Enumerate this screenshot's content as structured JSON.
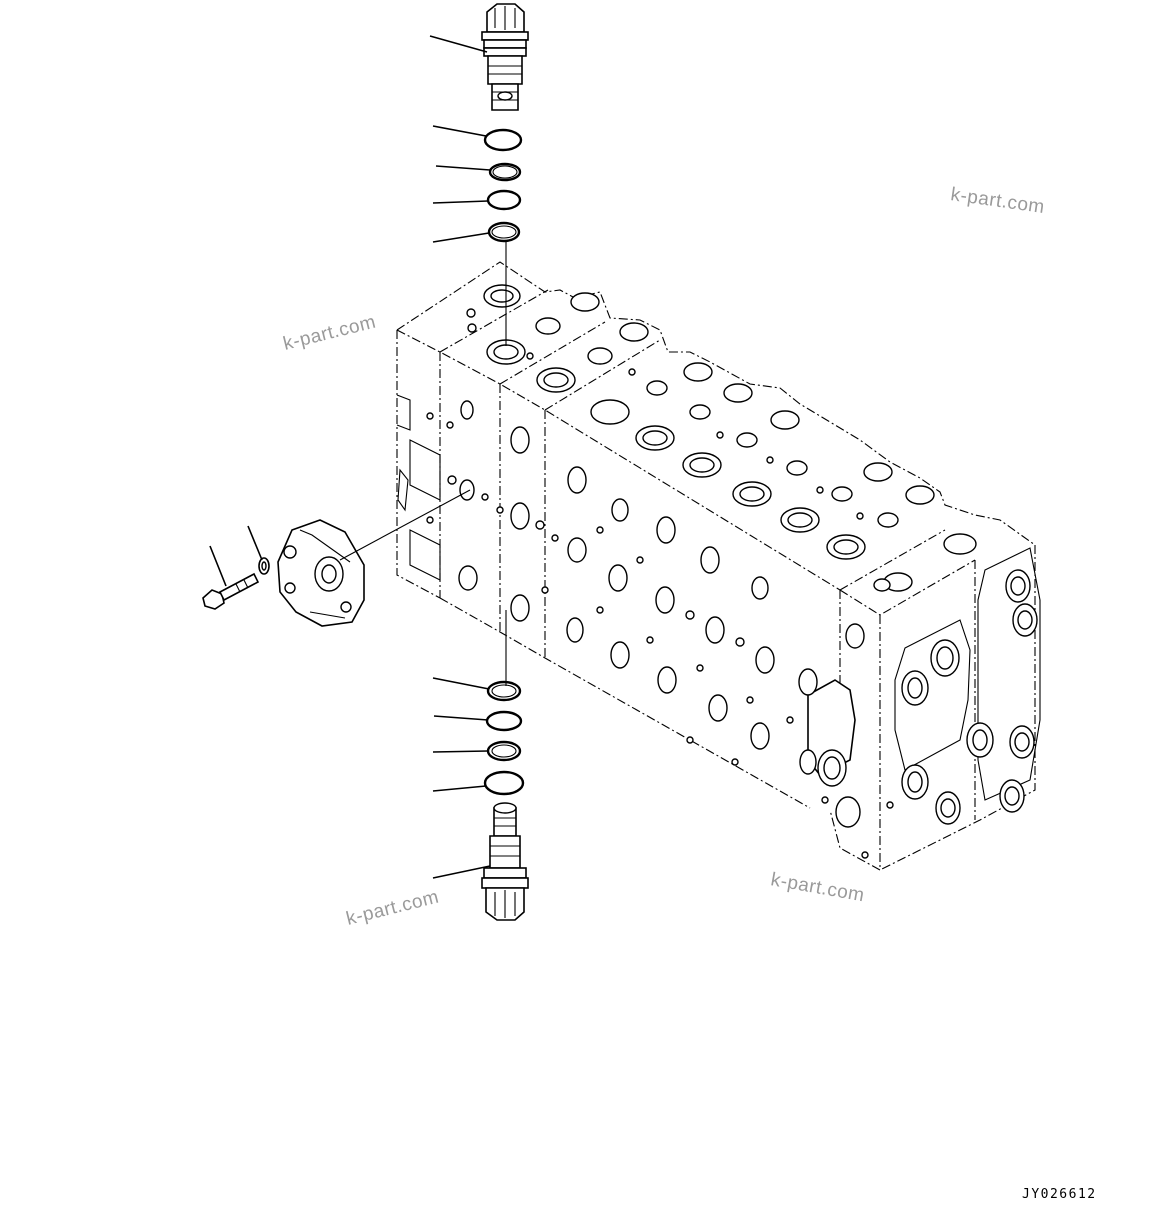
{
  "drawing": {
    "reference_code": "JY026612"
  },
  "watermarks": [
    "k-part.com",
    "k-part.com",
    "k-part.com",
    "k-part.com"
  ]
}
